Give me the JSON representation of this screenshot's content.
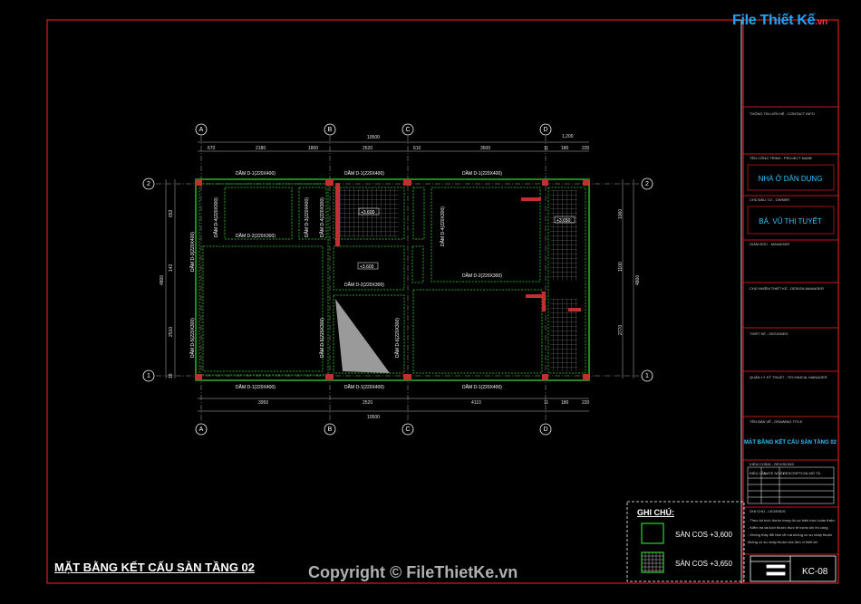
{
  "logo": {
    "brand": "File Thiết Kế",
    "suffix": ".vn"
  },
  "copyright": "Copyright © FileThietKe.vn",
  "plan_title": "MẶT BẰNG KẾT CẤU SÀN TẦNG 02",
  "grid": {
    "columns": [
      "A",
      "B",
      "C",
      "D"
    ],
    "rows": [
      "2",
      "1"
    ],
    "top_total": "10500",
    "bottom_total": "10500",
    "top_dims": [
      "670",
      "2180",
      "1800",
      "2520",
      "610",
      "3500",
      "11",
      "180",
      "220",
      "1,200"
    ],
    "bottom_dims": [
      "3950",
      "2520",
      "4110",
      "11",
      "180",
      "220"
    ],
    "left_dims": [
      "653",
      "143",
      "2510",
      "4800",
      "18"
    ],
    "right_dims": [
      "1060",
      "1100",
      "2770",
      "4800"
    ]
  },
  "beams": {
    "top1": "DẦM D-1(220X400)",
    "top2": "DẦM D-1(220X400)",
    "top3": "DẦM D-1(220X400)",
    "mid1": "DẦM D-2(220X300)",
    "mid2": "DẦM D-2(220X300)",
    "mid3": "DẦM D-2(220X300)",
    "bot1": "DẦM D-1(220X400)",
    "bot2": "DẦM D-1(220X400)",
    "bot3": "DẦM D-1(220X400)",
    "v1": "DẦM D-3(220X400)",
    "v2": "DẦM D-4(220X300)",
    "v3": "DẦM D-5(220X300)",
    "v4": "DẦM D-3(220X400)",
    "v5": "DẦM D-4(220X300)",
    "v6": "DẦM D-5(220X300)",
    "v7": "DẦM D-6(220X300)",
    "v8": "DẦM D-4(220X300)"
  },
  "levels": [
    "+3.600",
    "+3.600",
    "+3.650"
  ],
  "legend": {
    "title": "GHI CHÚ:",
    "item1": "SÀN COS +3,600",
    "item2": "SÀN COS +3,650"
  },
  "title_block": {
    "l_company": "THÔNG TIN LIÊN HỆ - CONTACT INFO",
    "l_project": "TÊN CÔNG TRÌNH - PROJECT NAME",
    "project": "NHÀ Ở DÂN DỤNG",
    "l_owner": "CHỦ ĐẦU TƯ - OWNER",
    "owner": "BÀ. VŨ THỊ TUYẾT",
    "l_manager": "GIÁM ĐỐC - MANAGER",
    "l_proj_manager": "CHỦ NHIỆM THIẾT KẾ - DESIGN MANAGER",
    "l_designer": "THIẾT KẾ - DESIGNED",
    "l_tech": "QUẢN LÝ KỸ THUẬT - TECHNICAL MANAGER",
    "l_drawing": "TÊN BẢN VẼ - DRAWING TITLE",
    "drawing": "MẶT BẰNG KẾT CẤU SÀN TẦNG 02",
    "l_revision": "KIỂM CHÍNH - REVISIONS",
    "rev_cols": [
      "ĐIỀU LẦN",
      "DATE NGÀY",
      "DESCRIPTION MÔ TẢ"
    ],
    "l_notes": "GHI CHÚ - LEGENDS",
    "notes": [
      "- Theo bộ kích thước trong hồ sơ kiến trúc/ hoàn thiện.",
      "- Kiểm tra lại kích thước thực tế trước khi thi công.",
      "- Không thay đổi bản vẽ mà không có sự chấp thuận",
      "  không có sự chấp thuận của đơn vị thiết kế."
    ],
    "sheet": "KC-08"
  }
}
